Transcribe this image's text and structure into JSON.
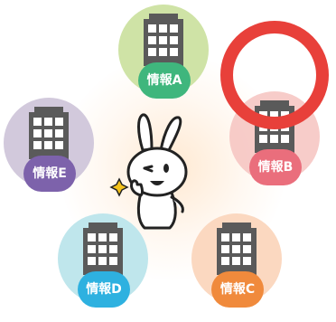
{
  "diagram": {
    "nodes": [
      {
        "id": "a",
        "label": "情報A",
        "halo": "#cfe3a6",
        "pill": "#3fb67d",
        "building": "#5a5a5a"
      },
      {
        "id": "b",
        "label": "情報B",
        "halo": "#f6c3c0",
        "pill": "#ea6e7c",
        "building": "#5a5a5a"
      },
      {
        "id": "c",
        "label": "情報C",
        "halo": "#fbd8c0",
        "pill": "#f08a3c",
        "building": "#5a5a5a"
      },
      {
        "id": "d",
        "label": "情報D",
        "halo": "#bfe6ec",
        "pill": "#2eb1e0",
        "building": "#5a5a5a"
      },
      {
        "id": "e",
        "label": "情報E",
        "halo": "#d2c9dc",
        "pill": "#7d62ab",
        "building": "#5a5a5a"
      }
    ],
    "highlight": {
      "target": "b",
      "color": "#e8403a"
    },
    "center_figure": "rabbit-mascot-thumbs-up-icon"
  }
}
